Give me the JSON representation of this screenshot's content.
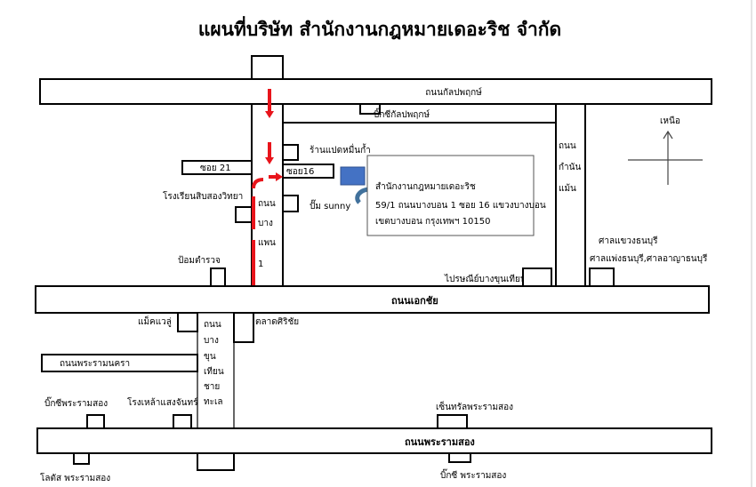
{
  "title": "แผนที่บริษัท สำนักงานกฎหมายเดอะริช จำกัด",
  "colors": {
    "route": "#e8141b",
    "office_marker": "#4472c4"
  },
  "roads": {
    "kanlapaphruek": "ถนนกัลปพฤกษ์",
    "bang_waek": [
      "ถนน",
      "บาง",
      "แพน",
      "1"
    ],
    "kamnan_maen": [
      "ถนน",
      "กำนัน",
      "แม้น"
    ],
    "soi21": "ซอย 21",
    "soi16": "ซอย16",
    "ekkachai": "ถนนเอกชัย",
    "bang_khun_thian": [
      "ถนน",
      "บาง",
      "ขุน",
      "เทียน",
      "ชาย",
      "ทะเล"
    ],
    "rama2_inner": "ถนนพระรามนครา",
    "rama2": "ถนนพระรามสอง"
  },
  "landmarks": {
    "bigc_kanlapaphruek": "บิ๊กซีกัลปพฤกษ์",
    "shop": "ร้านแปดหมื่นก้ำ",
    "school": "โรงเรียนสิบสองวิทยา",
    "pump": "ปั๊ม sunny",
    "police": "ป้อมตำรวจ",
    "post_office": "ไปรษณีย์บางขุนเทียน",
    "court1": "ศาลแขวงธนบุรี",
    "court2": "ศาลแพ่งธนบุรี,ศาลอาญาธนบุรี",
    "makro": "แม็คแวลู่",
    "market": "ตลาดศิริชัย",
    "bigc_rama2": "บิ๊กซีพระรามสอง",
    "brewery": "โรงเหล้าแสงจันทร์",
    "central": "เซ็นทรัลพระรามสอง",
    "lotus": "โลตัส พระรามสอง",
    "bigc_rama2_b": "บิ๊กซี พระรามสอง"
  },
  "office": {
    "name": "สำนักงานกฎหมายเดอะริช",
    "address1": "59/1 ถนนบางบอน 1 ซอย 16 แขวงบางบอน",
    "address2": "เขตบางบอน กรุงเทพฯ 10150"
  },
  "compass": {
    "north": "เหนือ"
  }
}
